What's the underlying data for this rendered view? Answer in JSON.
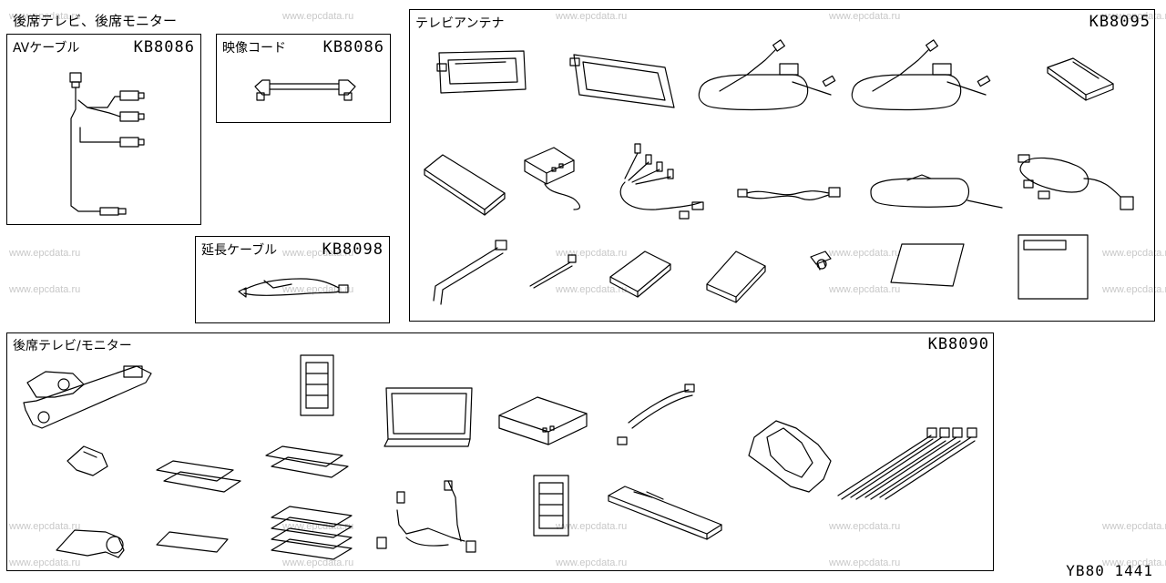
{
  "header": {
    "title": "後席テレビ、後席モニター"
  },
  "groups": {
    "av_cable": {
      "title": "AVケーブル",
      "code": "KB8086"
    },
    "video_cord": {
      "title": "映像コード",
      "code": "KB8086"
    },
    "ext_cable": {
      "title": "延長ケーブル",
      "code": "KB8098"
    },
    "tv_antenna": {
      "title": "テレビアンテナ",
      "code": "KB8095"
    },
    "rear_tv": {
      "title": "後席テレビ/モニター",
      "code": "KB8090"
    }
  },
  "watermark": "www.epcdata.ru",
  "page_id": "YB80 1441"
}
